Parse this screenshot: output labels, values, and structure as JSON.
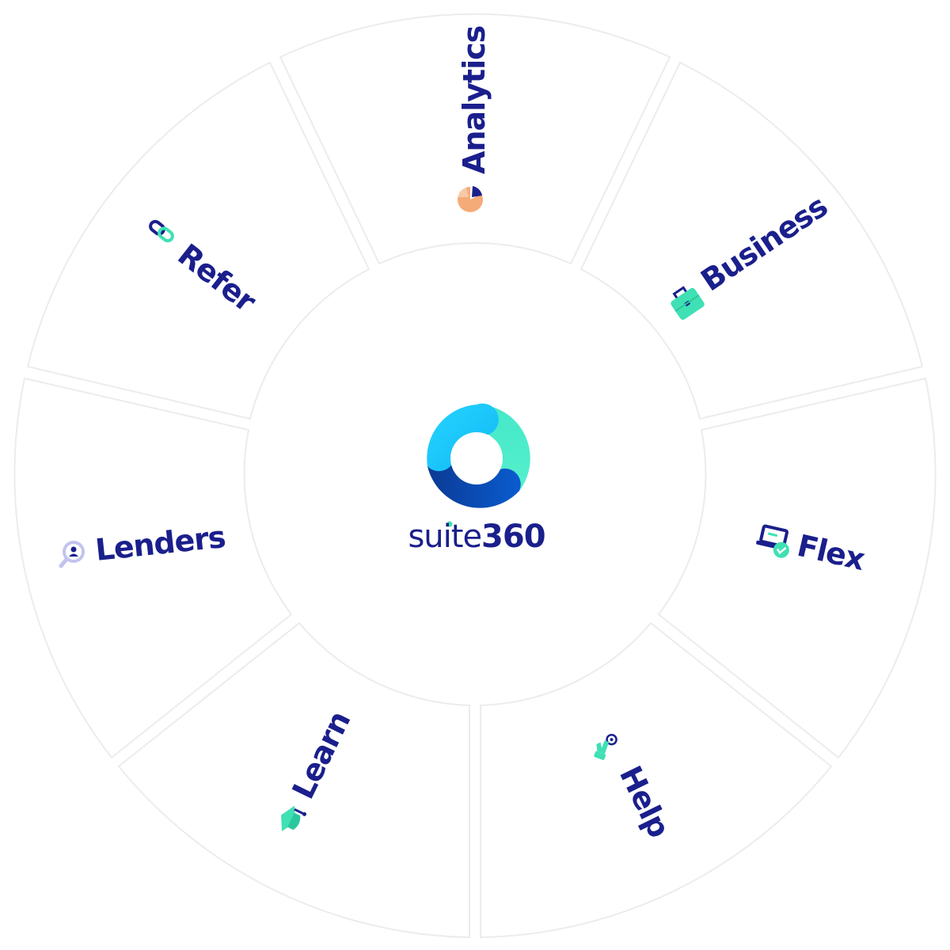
{
  "brand": {
    "name_part1": "suite",
    "name_part2": "360",
    "logo_icon": "ring-logo-icon"
  },
  "colors": {
    "navy": "#1a1f8c",
    "teal": "#3fe0b4",
    "sky": "#1ec8ff",
    "blue": "#0a4ec0",
    "orange": "#f5ab78",
    "lilac": "#c3c3ee",
    "divider": "#ececef"
  },
  "segments": [
    {
      "label": "Analytics",
      "icon": "pie-chart-icon"
    },
    {
      "label": "Business",
      "icon": "briefcase-icon"
    },
    {
      "label": "Flex",
      "icon": "laptop-check-icon"
    },
    {
      "label": "Help",
      "icon": "pointer-hand-icon"
    },
    {
      "label": "Learn",
      "icon": "graduation-cap-icon"
    },
    {
      "label": "Lenders",
      "icon": "search-user-icon"
    },
    {
      "label": "Refer",
      "icon": "link-icon"
    }
  ]
}
